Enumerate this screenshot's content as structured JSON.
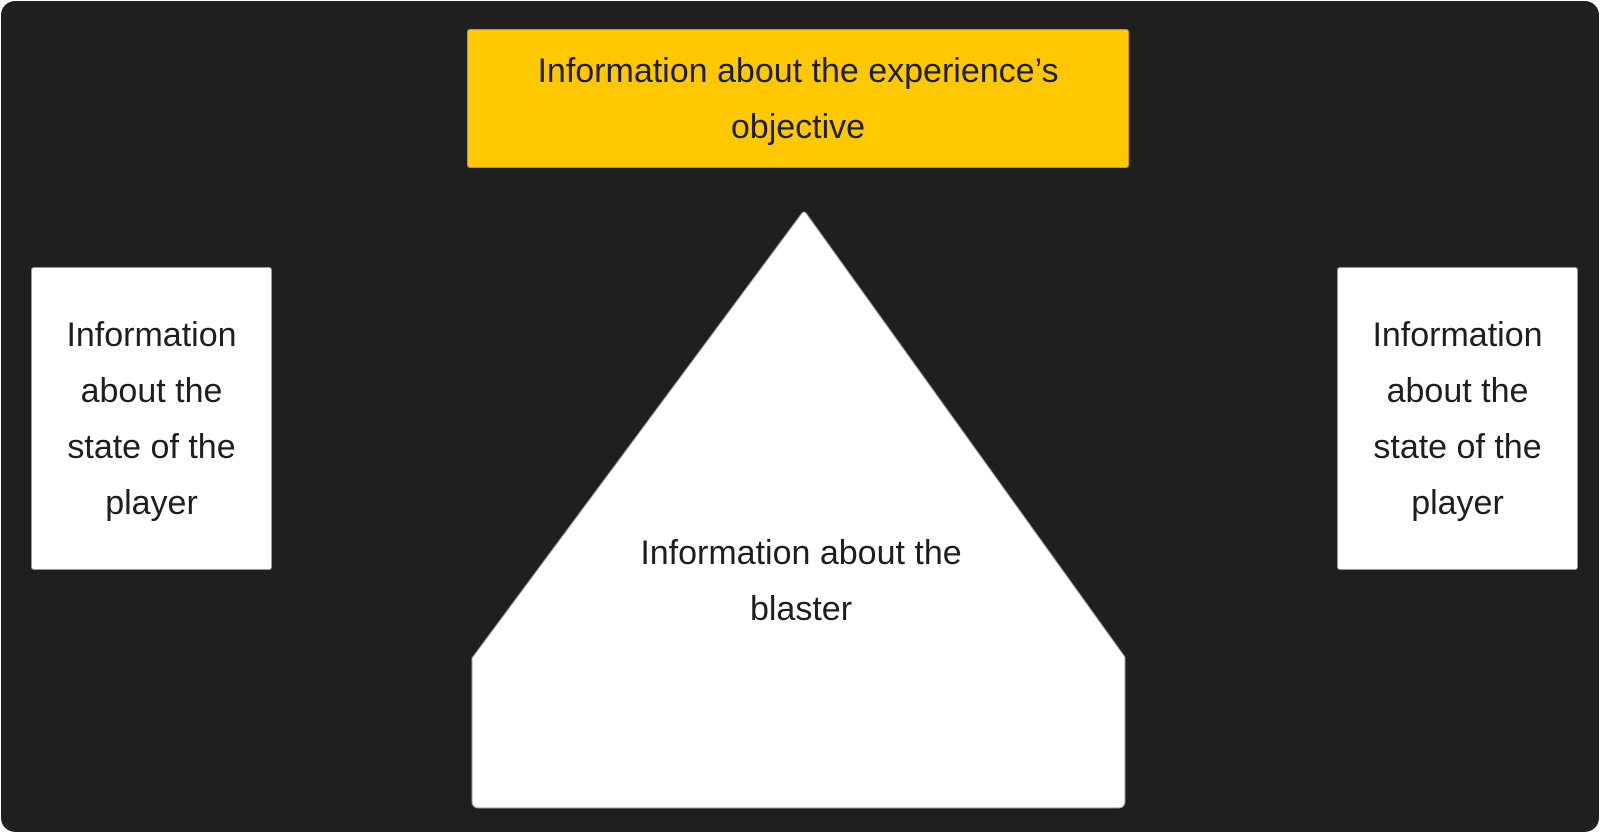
{
  "diagram": {
    "objective": "Information about the experience’s objective",
    "player_state_left": "Information about the state of the player",
    "player_state_right": "Information about the state of the player",
    "blaster": "Information about the blaster"
  },
  "colors": {
    "background": "#1f1f1f",
    "objective_fill": "#ffc800",
    "box_fill": "#ffffff",
    "text": "#1e1e1e"
  }
}
